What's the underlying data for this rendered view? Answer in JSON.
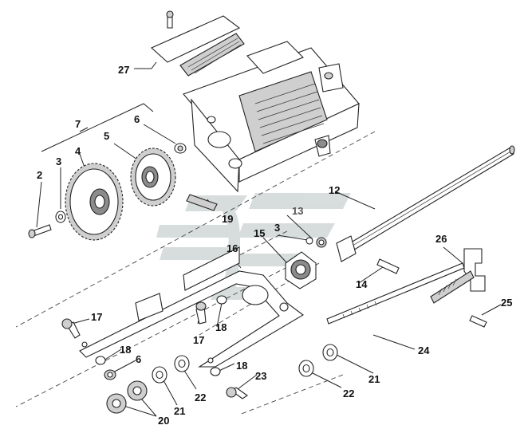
{
  "callouts": [
    {
      "id": "c27",
      "text": "27"
    },
    {
      "id": "c7",
      "text": "7"
    },
    {
      "id": "c6a",
      "text": "6"
    },
    {
      "id": "c5",
      "text": "5"
    },
    {
      "id": "c4",
      "text": "4"
    },
    {
      "id": "c3a",
      "text": "3"
    },
    {
      "id": "c2",
      "text": "2"
    },
    {
      "id": "c19",
      "text": "19"
    },
    {
      "id": "c12",
      "text": "12"
    },
    {
      "id": "c13",
      "text": "13"
    },
    {
      "id": "c3b",
      "text": "3"
    },
    {
      "id": "c15",
      "text": "15"
    },
    {
      "id": "c16",
      "text": "16"
    },
    {
      "id": "c26",
      "text": "26"
    },
    {
      "id": "c14",
      "text": "14"
    },
    {
      "id": "c25",
      "text": "25"
    },
    {
      "id": "c17a",
      "text": "17"
    },
    {
      "id": "c17b",
      "text": "17"
    },
    {
      "id": "c18a",
      "text": "18"
    },
    {
      "id": "c18b",
      "text": "18"
    },
    {
      "id": "c18c",
      "text": "18"
    },
    {
      "id": "c6b",
      "text": "6"
    },
    {
      "id": "c24",
      "text": "24"
    },
    {
      "id": "c21a",
      "text": "21"
    },
    {
      "id": "c21b",
      "text": "21"
    },
    {
      "id": "c22a",
      "text": "22"
    },
    {
      "id": "c22b",
      "text": "22"
    },
    {
      "id": "c23",
      "text": "23"
    },
    {
      "id": "c20",
      "text": "20"
    }
  ],
  "colors": {
    "ink": "#222222",
    "watermark": "#b8c2c2",
    "shade": "#cfcfcf"
  }
}
